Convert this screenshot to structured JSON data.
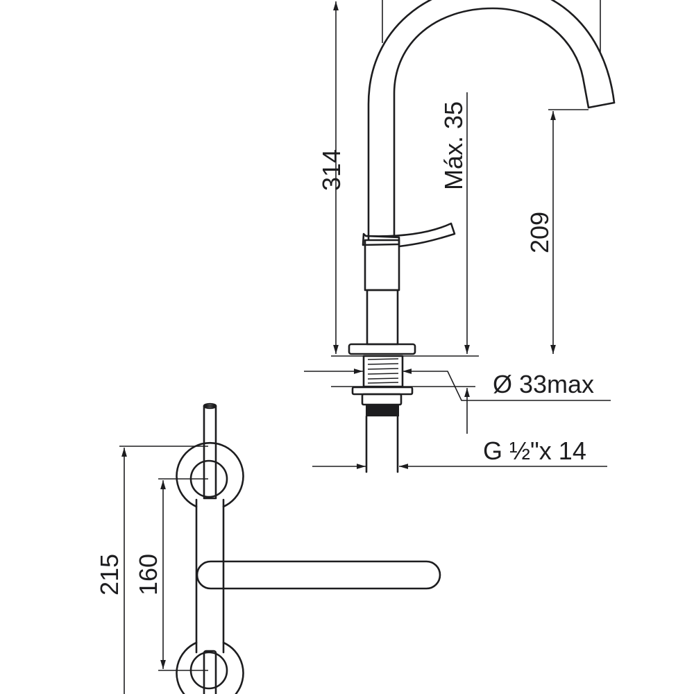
{
  "drawing": {
    "side_view": {
      "dim_total_height": "314",
      "dim_max_deck": "Máx. 35",
      "dim_spout_height": "209",
      "dim_hole_diameter": "Ø 33max",
      "dim_connection": "G ½\"x 14"
    },
    "top_view": {
      "dim_overall": "215",
      "dim_centers": "160"
    },
    "line_color": "#1d1d1f"
  }
}
